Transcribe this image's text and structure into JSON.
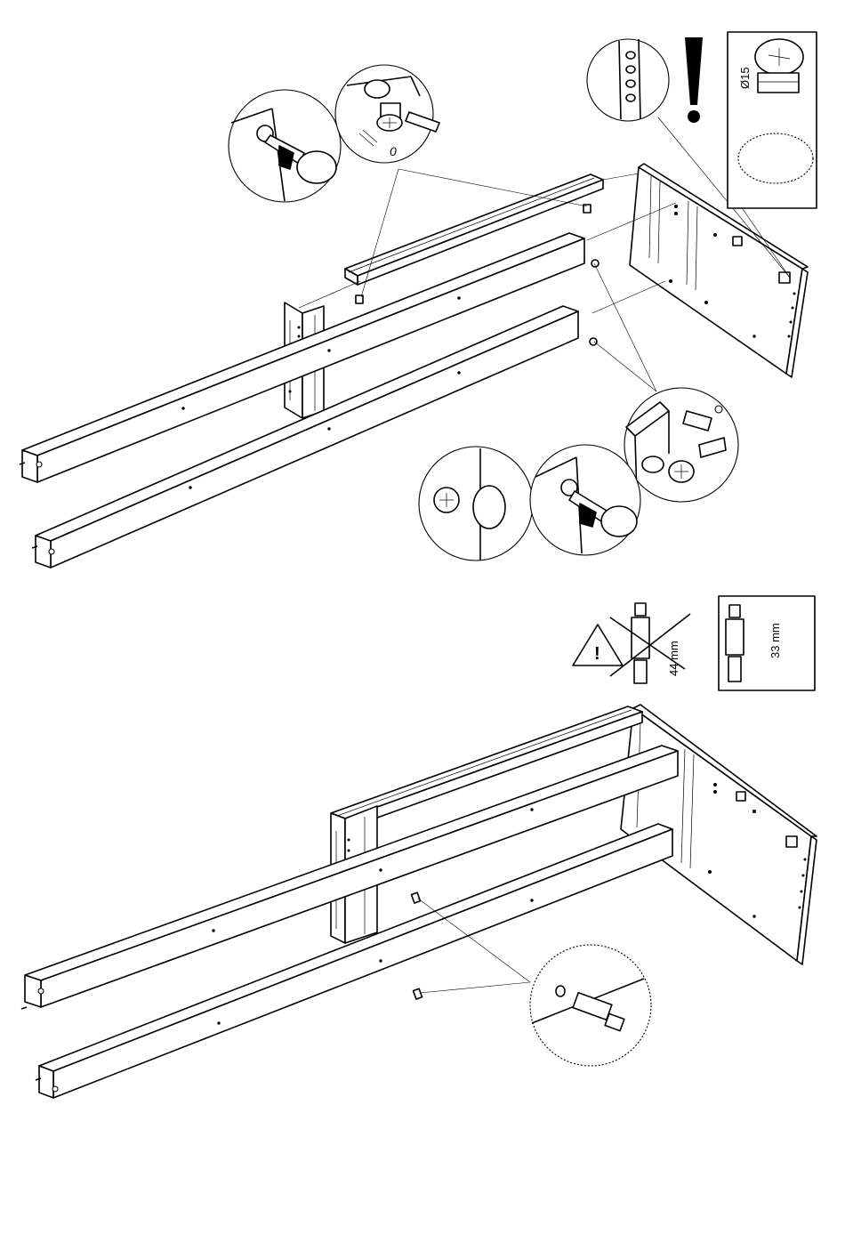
{
  "detail_labels": {
    "cam_diameter": "Ø15",
    "cam_position": "0",
    "correct_dowel_length": "33 mm",
    "wrong_dowel_length": "44 mm",
    "warning_mark": "!",
    "warning_triangle_mark": "!"
  }
}
